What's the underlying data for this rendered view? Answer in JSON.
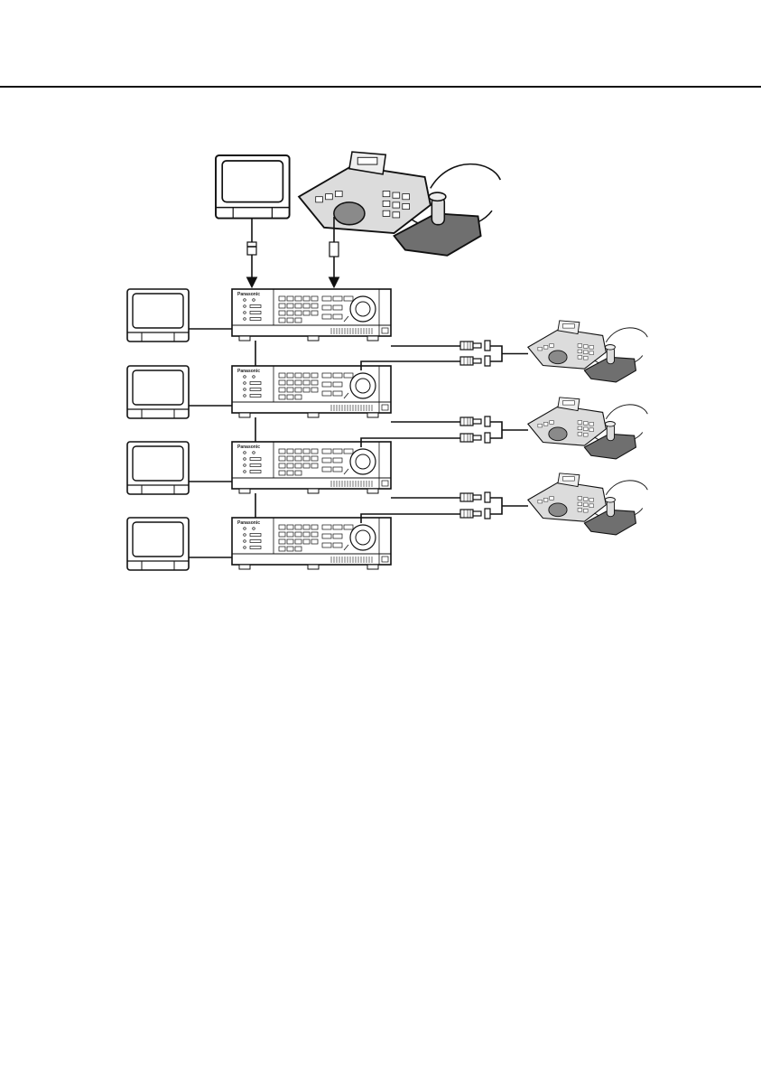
{
  "diagram": {
    "units": [
      {
        "brand": "Panasonic"
      },
      {
        "brand": "Panasonic"
      },
      {
        "brand": "Panasonic"
      },
      {
        "brand": "Panasonic"
      }
    ]
  },
  "colors": {
    "line": "#111111",
    "device_fill": "#ffffff",
    "screen_fill": "#ffffff",
    "keyboard_body": "#dcdcdc",
    "keyboard_dark": "#8a8a8a",
    "joystick_base": "#6f6f6f"
  }
}
